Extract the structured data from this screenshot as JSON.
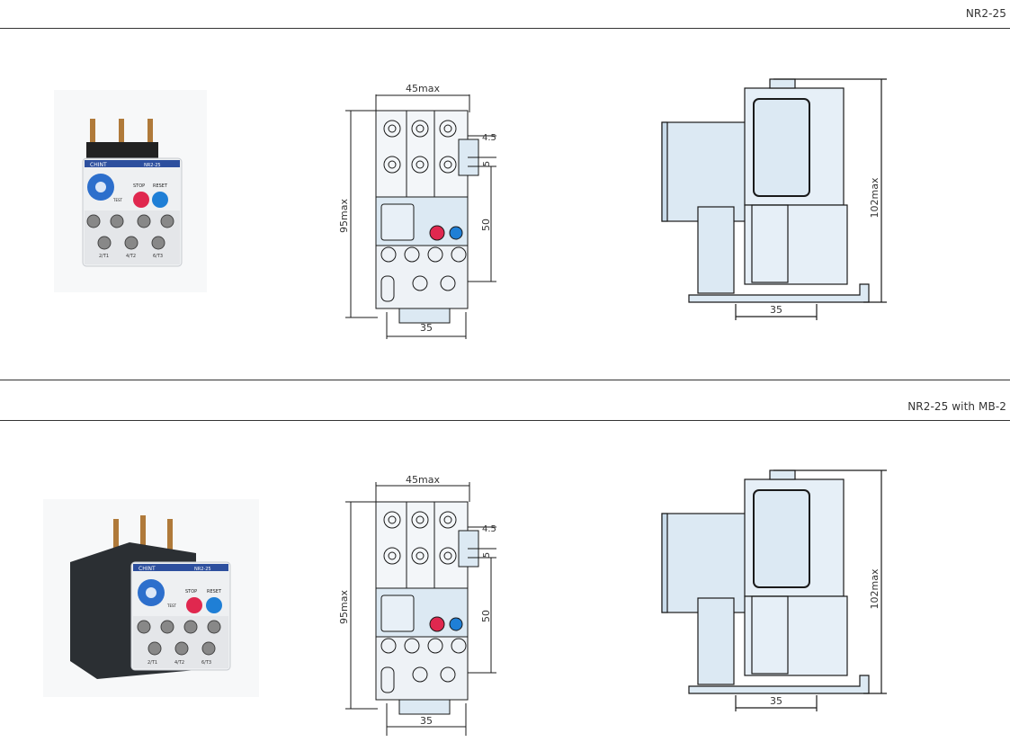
{
  "sections": [
    {
      "title": "NR2-25",
      "photo": {
        "brand": "CHINT",
        "model_label": "NR2-25",
        "stop_label": "STOP",
        "reset_label": "RESET",
        "test_label": "TEST",
        "terminal_labels": [
          "2/T1",
          "4/T2",
          "6/T3"
        ]
      },
      "front_view": {
        "width_label": "45max",
        "height_label": "95max",
        "dim_a": "4.5",
        "dim_b": "5",
        "dim_c": "50",
        "bottom_label": "35"
      },
      "side_view": {
        "height_label": "102max",
        "bottom_label": "35"
      }
    },
    {
      "title": "NR2-25 with MB-2",
      "photo": {
        "brand": "CHINT",
        "model_label": "NR2-25",
        "stop_label": "STOP",
        "reset_label": "RESET",
        "test_label": "TEST",
        "terminal_labels": [
          "2/T1",
          "4/T2",
          "6/T3"
        ]
      },
      "front_view": {
        "width_label": "45max",
        "height_label": "95max",
        "dim_a": "4.5",
        "dim_b": "5",
        "dim_c": "50",
        "bottom_label": "35"
      },
      "side_view": {
        "height_label": "102max",
        "bottom_label": "35"
      }
    }
  ],
  "colors": {
    "drawing_fill": "#dce9f3",
    "line": "#1a1a1a",
    "relay_white": "#f1f2f3",
    "dial_blue": "#2d6fcc",
    "stop_red": "#e0284f",
    "reset_blue": "#1f7fd6"
  }
}
